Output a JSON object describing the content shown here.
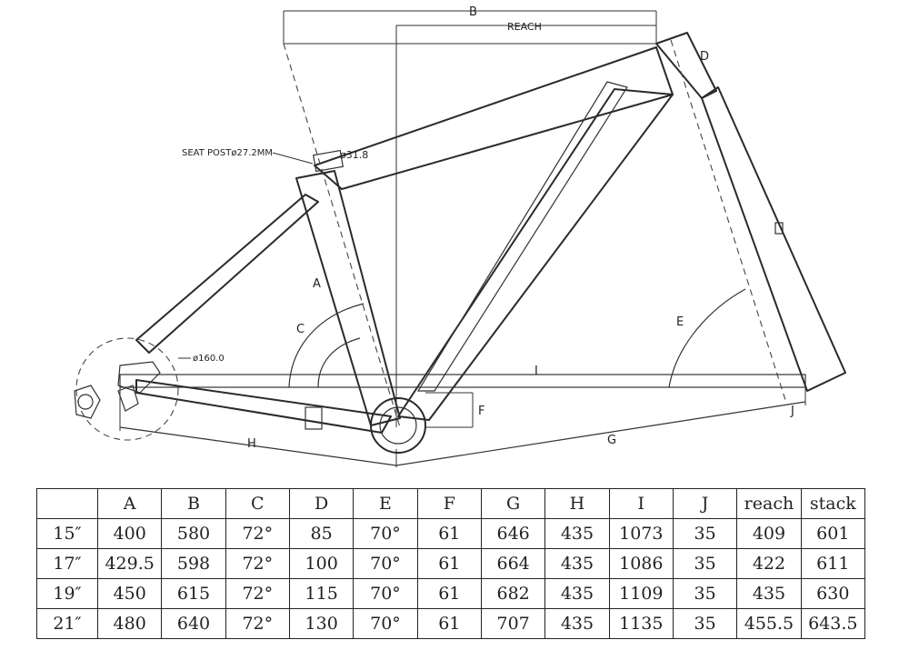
{
  "labels": {
    "a": "A",
    "b": "B",
    "c": "C",
    "d": "D",
    "e": "E",
    "f": "F",
    "g": "G",
    "h": "H",
    "i": "I",
    "j": "J",
    "reach": "REACH",
    "seat_post": "SEAT POSTø27.2MM",
    "seat_clamp": "ø31.8",
    "rotor": "ø160.0"
  },
  "table": {
    "headers": [
      "",
      "A",
      "B",
      "C",
      "D",
      "E",
      "F",
      "G",
      "H",
      "I",
      "J",
      "reach",
      "stack"
    ],
    "rows": [
      [
        "15″",
        "400",
        "580",
        "72°",
        "85",
        "70°",
        "61",
        "646",
        "435",
        "1073",
        "35",
        "409",
        "601"
      ],
      [
        "17″",
        "429.5",
        "598",
        "72°",
        "100",
        "70°",
        "61",
        "664",
        "435",
        "1086",
        "35",
        "422",
        "611"
      ],
      [
        "19″",
        "450",
        "615",
        "72°",
        "115",
        "70°",
        "61",
        "682",
        "435",
        "1109",
        "35",
        "435",
        "630"
      ],
      [
        "21″",
        "480",
        "640",
        "72°",
        "130",
        "70°",
        "61",
        "707",
        "435",
        "1135",
        "35",
        "455.5",
        "643.5"
      ]
    ]
  }
}
